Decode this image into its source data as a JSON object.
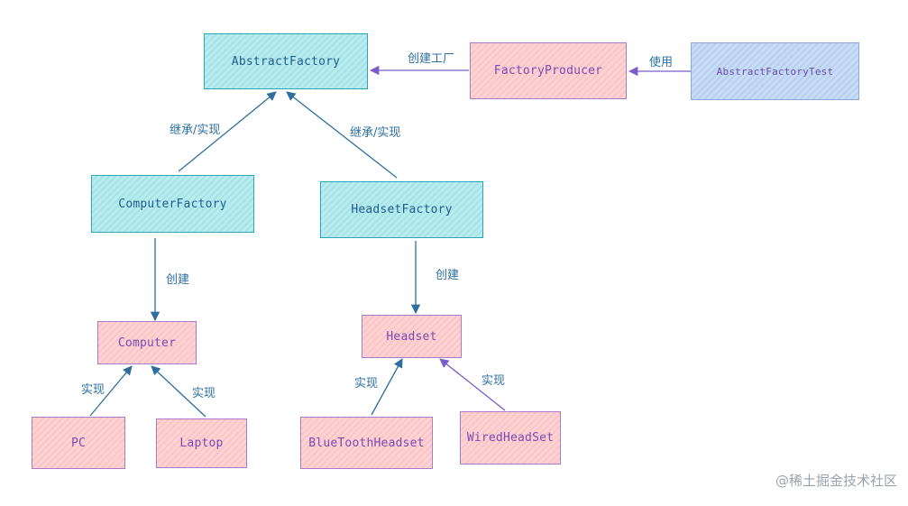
{
  "nodes": {
    "abstract_factory": "AbstractFactory",
    "factory_producer": "FactoryProducer",
    "abstract_factory_test": "AbstractFactoryTest",
    "computer_factory": "ComputerFactory",
    "headset_factory": "HeadsetFactory",
    "computer": "Computer",
    "headset": "Headset",
    "pc": "PC",
    "laptop": "Laptop",
    "bluetooth_headset": "BlueToothHeadset",
    "wired_headset": "WiredHeadSet"
  },
  "edge_labels": {
    "create_factory": "创建工厂",
    "use": "使用",
    "inherit_left": "继承/实现",
    "inherit_right": "继承/实现",
    "create_left": "创建",
    "create_right": "创建",
    "impl_pc": "实现",
    "impl_laptop": "实现",
    "impl_bluetooth": "实现",
    "impl_wired": "实现"
  },
  "watermark": "@稀土掘金技术社区",
  "colors": {
    "edge": "#2c6f9e",
    "edge_purple": "#7b5cc9",
    "cyan_fill": "#b9ecef",
    "pink_fill": "#ffd3d3",
    "blue_fill": "#c9dcf6"
  }
}
